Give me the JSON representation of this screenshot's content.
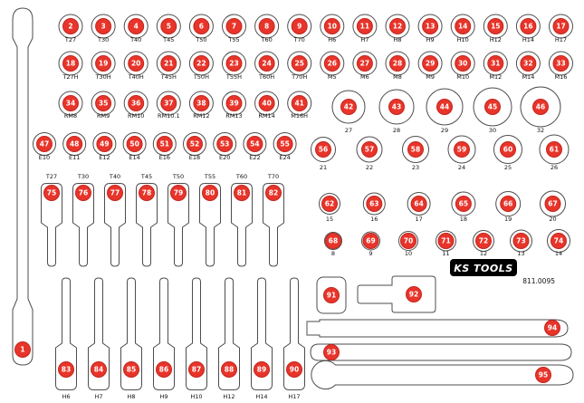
{
  "brand": {
    "logo_text": "KS TOOLS",
    "part_number": "811.0095"
  },
  "colors": {
    "marker_fill": "#e8342a",
    "marker_stroke": "#c1271f",
    "outline_stroke": "#4d4d4d",
    "background": "#ffffff",
    "label_text": "#111111",
    "number_text": "#ffffff",
    "logo_bg": "#000000"
  },
  "tool_groups": {
    "row1": {
      "markers": [
        {
          "n": 2,
          "label": "T27"
        },
        {
          "n": 3,
          "label": "T30"
        },
        {
          "n": 4,
          "label": "T40"
        },
        {
          "n": 5,
          "label": "T45"
        },
        {
          "n": 6,
          "label": "T50"
        },
        {
          "n": 7,
          "label": "T55"
        },
        {
          "n": 8,
          "label": "T60"
        },
        {
          "n": 9,
          "label": "T70"
        },
        {
          "n": 10,
          "label": "H6"
        },
        {
          "n": 11,
          "label": "H7"
        },
        {
          "n": 12,
          "label": "H8"
        },
        {
          "n": 13,
          "label": "H9"
        },
        {
          "n": 14,
          "label": "H10"
        },
        {
          "n": 15,
          "label": "H12"
        },
        {
          "n": 16,
          "label": "H14"
        },
        {
          "n": 17,
          "label": "H17"
        }
      ]
    },
    "row2": {
      "markers": [
        {
          "n": 18,
          "label": "T27H"
        },
        {
          "n": 19,
          "label": "T30H"
        },
        {
          "n": 20,
          "label": "T40H"
        },
        {
          "n": 21,
          "label": "T45H"
        },
        {
          "n": 22,
          "label": "T50H"
        },
        {
          "n": 23,
          "label": "T55H"
        },
        {
          "n": 24,
          "label": "T60H"
        },
        {
          "n": 25,
          "label": "T70H"
        },
        {
          "n": 26,
          "label": "M5"
        },
        {
          "n": 27,
          "label": "M6"
        },
        {
          "n": 28,
          "label": "M8"
        },
        {
          "n": 29,
          "label": "M9"
        },
        {
          "n": 30,
          "label": "M10"
        },
        {
          "n": 31,
          "label": "M12"
        },
        {
          "n": 32,
          "label": "M14"
        },
        {
          "n": 33,
          "label": "M16"
        }
      ]
    },
    "row3_left": {
      "markers": [
        {
          "n": 34,
          "label": "RM8"
        },
        {
          "n": 35,
          "label": "RM9"
        },
        {
          "n": 36,
          "label": "RM10"
        },
        {
          "n": 37,
          "label": "RM10.1"
        },
        {
          "n": 38,
          "label": "RM12"
        },
        {
          "n": 39,
          "label": "RM13"
        },
        {
          "n": 40,
          "label": "RM14"
        },
        {
          "n": 41,
          "label": "M16H"
        }
      ]
    },
    "row3_right": {
      "markers": [
        {
          "n": 42,
          "label": "27"
        },
        {
          "n": 43,
          "label": "28"
        },
        {
          "n": 44,
          "label": "29"
        },
        {
          "n": 45,
          "label": "30"
        },
        {
          "n": 46,
          "label": "32"
        }
      ]
    },
    "row4_left": {
      "markers": [
        {
          "n": 47,
          "label": "E10"
        },
        {
          "n": 48,
          "label": "E11"
        },
        {
          "n": 49,
          "label": "E12"
        },
        {
          "n": 50,
          "label": "E14"
        },
        {
          "n": 51,
          "label": "E16"
        },
        {
          "n": 52,
          "label": "E18"
        },
        {
          "n": 53,
          "label": "E20"
        },
        {
          "n": 54,
          "label": "E22"
        },
        {
          "n": 55,
          "label": "E24"
        }
      ]
    },
    "row4_right": {
      "markers": [
        {
          "n": 56,
          "label": "21"
        },
        {
          "n": 57,
          "label": "22"
        },
        {
          "n": 58,
          "label": "23"
        },
        {
          "n": 59,
          "label": "24"
        },
        {
          "n": 60,
          "label": "25"
        },
        {
          "n": 61,
          "label": "26"
        }
      ]
    },
    "row5_right": {
      "markers": [
        {
          "n": 62,
          "label": "15"
        },
        {
          "n": 63,
          "label": "16"
        },
        {
          "n": 64,
          "label": "17"
        },
        {
          "n": 65,
          "label": "18"
        },
        {
          "n": 66,
          "label": "19"
        },
        {
          "n": 67,
          "label": "20"
        }
      ]
    },
    "row6_right": {
      "markers": [
        {
          "n": 68,
          "label": "8"
        },
        {
          "n": 69,
          "label": "9"
        },
        {
          "n": 70,
          "label": "10"
        },
        {
          "n": 71,
          "label": "11"
        },
        {
          "n": 72,
          "label": "12"
        },
        {
          "n": 73,
          "label": "13"
        },
        {
          "n": 74,
          "label": "14"
        }
      ]
    },
    "bit_sockets_top": {
      "markers": [
        {
          "n": 75,
          "label": "T27"
        },
        {
          "n": 76,
          "label": "T30"
        },
        {
          "n": 77,
          "label": "T40"
        },
        {
          "n": 78,
          "label": "T45"
        },
        {
          "n": 79,
          "label": "T50"
        },
        {
          "n": 80,
          "label": "T55"
        },
        {
          "n": 81,
          "label": "T60"
        },
        {
          "n": 82,
          "label": "T70"
        }
      ]
    },
    "bit_sockets_bottom": {
      "markers": [
        {
          "n": 83,
          "label": "H6"
        },
        {
          "n": 84,
          "label": "H7"
        },
        {
          "n": 85,
          "label": "H8"
        },
        {
          "n": 86,
          "label": "H9"
        },
        {
          "n": 87,
          "label": "H10"
        },
        {
          "n": 88,
          "label": "H12"
        },
        {
          "n": 89,
          "label": "H14"
        },
        {
          "n": 90,
          "label": "H17"
        }
      ]
    },
    "loose_tools": {
      "positions": [
        1,
        91,
        92,
        93,
        94,
        95
      ]
    }
  }
}
